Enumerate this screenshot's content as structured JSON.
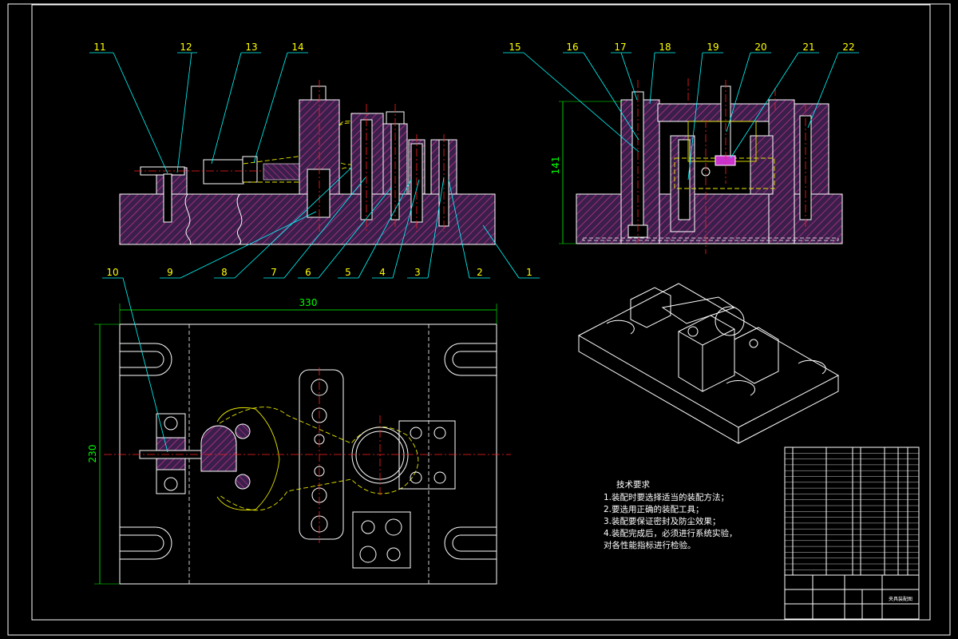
{
  "balloons": [
    {
      "id": "b11",
      "text": "11"
    },
    {
      "id": "b12",
      "text": "12"
    },
    {
      "id": "b13",
      "text": "13"
    },
    {
      "id": "b14",
      "text": "14"
    },
    {
      "id": "b15",
      "text": "15"
    },
    {
      "id": "b16",
      "text": "16"
    },
    {
      "id": "b17",
      "text": "17"
    },
    {
      "id": "b18",
      "text": "18"
    },
    {
      "id": "b19",
      "text": "19"
    },
    {
      "id": "b20",
      "text": "20"
    },
    {
      "id": "b21",
      "text": "21"
    },
    {
      "id": "b22",
      "text": "22"
    },
    {
      "id": "b9",
      "text": "9"
    },
    {
      "id": "b8",
      "text": "8"
    },
    {
      "id": "b7",
      "text": "7"
    },
    {
      "id": "b6",
      "text": "6"
    },
    {
      "id": "b5",
      "text": "5"
    },
    {
      "id": "b4",
      "text": "4"
    },
    {
      "id": "b3",
      "text": "3"
    },
    {
      "id": "b2",
      "text": "2"
    },
    {
      "id": "b1",
      "text": "1"
    },
    {
      "id": "b10",
      "text": "10"
    }
  ],
  "dimensions": {
    "width": "330",
    "height": "230",
    "side_height": "141"
  },
  "tech_requirements": {
    "title": "技术要求",
    "items": [
      "1.装配时要选择适当的装配方法；",
      "2.要选用正确的装配工具；",
      "3.装配要保证密封及防尘效果；",
      "4.装配完成后，必须进行系统实验，",
      "对各性能指标进行检验。"
    ]
  },
  "title_block": {
    "drawing_name": "夹具装配图"
  },
  "colors": {
    "background": "#000000",
    "outline": "#ffffff",
    "leader": "#00ffff",
    "balloon_text": "#ffff00",
    "centerline": "#ff2020",
    "hatch": "#cc3399",
    "part_fill": "#3a1f4a",
    "dimension": "#00ff00",
    "yellow_part": "#e6e600"
  }
}
